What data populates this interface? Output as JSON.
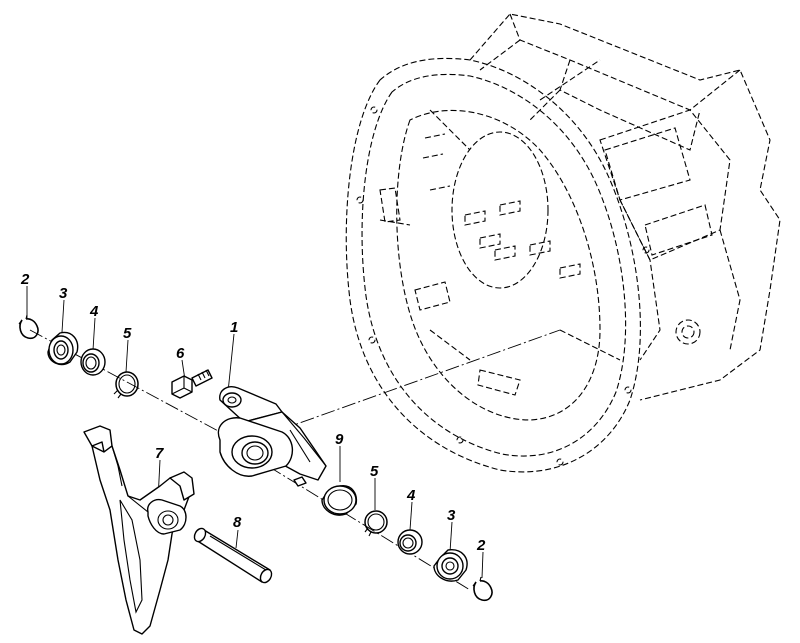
{
  "callouts": [
    {
      "id": "c1",
      "text": "1"
    },
    {
      "id": "c2a",
      "text": "2"
    },
    {
      "id": "c2b",
      "text": "2"
    },
    {
      "id": "c3a",
      "text": "3"
    },
    {
      "id": "c3b",
      "text": "3"
    },
    {
      "id": "c4a",
      "text": "4"
    },
    {
      "id": "c4b",
      "text": "4"
    },
    {
      "id": "c5a",
      "text": "5"
    },
    {
      "id": "c5b",
      "text": "5"
    },
    {
      "id": "c6",
      "text": "6"
    },
    {
      "id": "c7",
      "text": "7"
    },
    {
      "id": "c8",
      "text": "8"
    },
    {
      "id": "c9",
      "text": "9"
    }
  ]
}
